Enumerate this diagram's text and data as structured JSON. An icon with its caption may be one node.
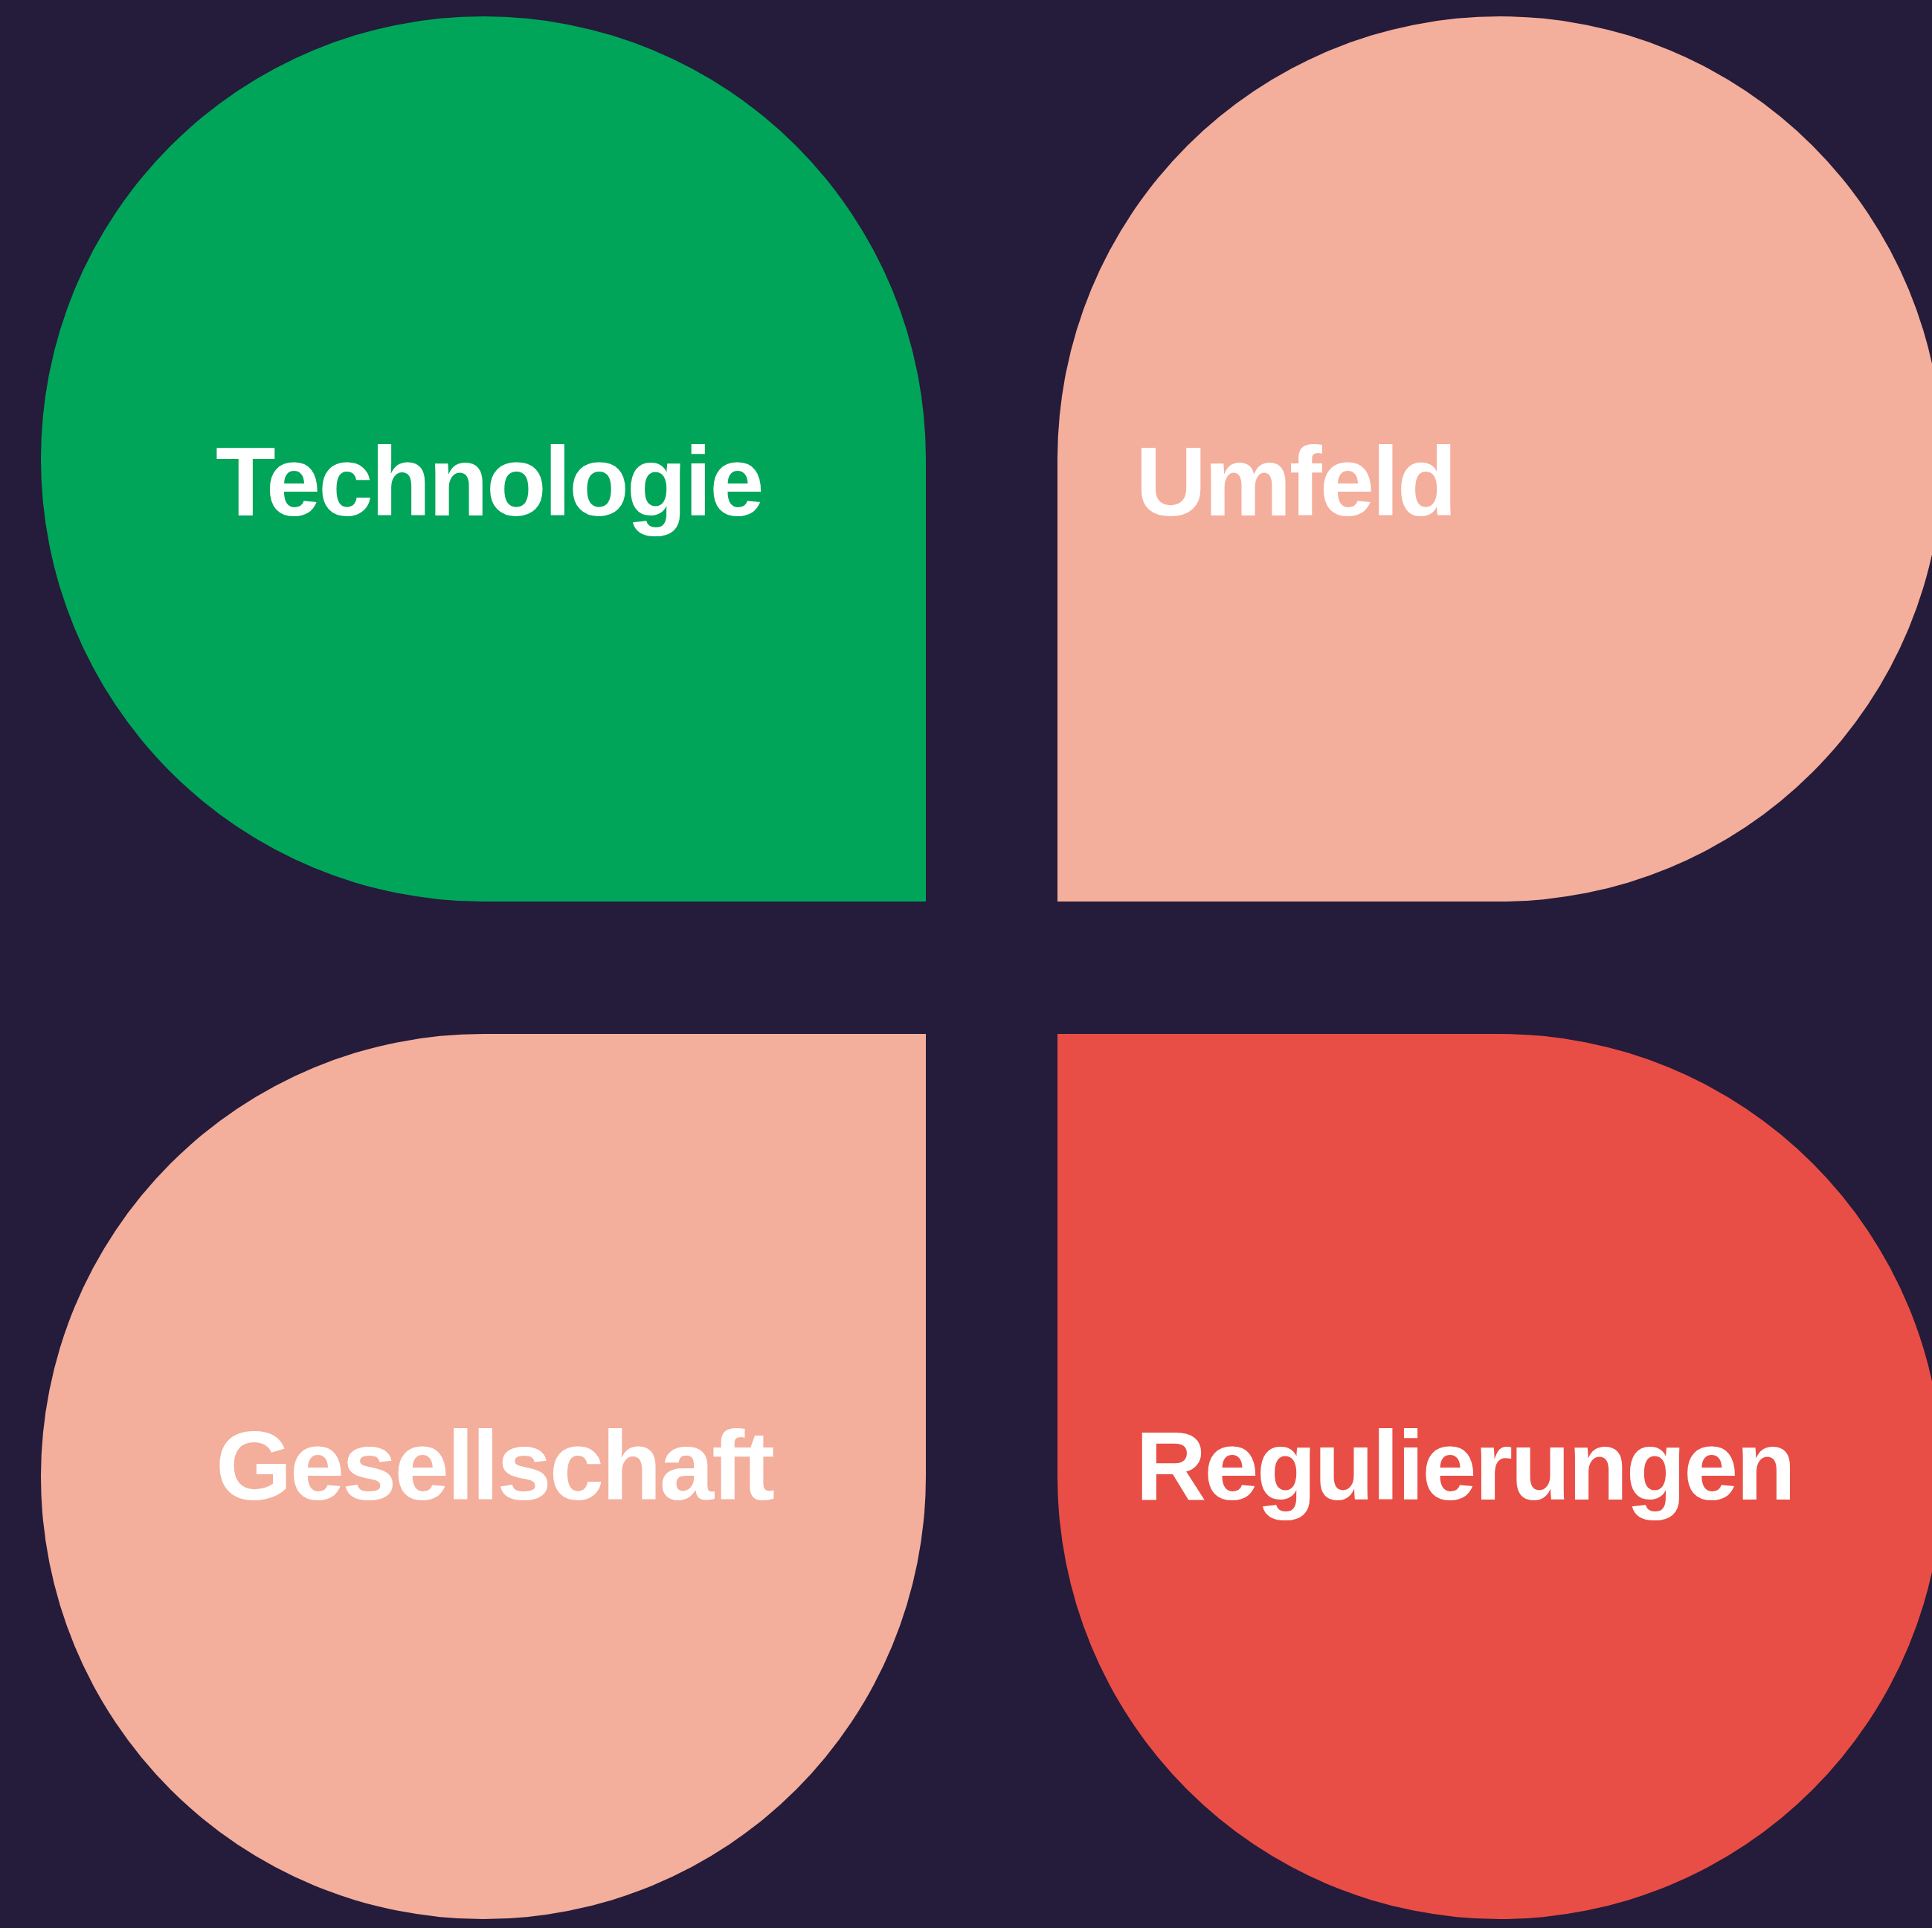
{
  "diagram": {
    "nodes": [
      {
        "text": [
          "Technologie"
        ]
      },
      {
        "text": [
          "Umfeld"
        ]
      },
      {
        "text": [
          "Gesellschaft"
        ]
      },
      {
        "text": [
          "Regulierungen"
        ]
      }
    ]
  }
}
